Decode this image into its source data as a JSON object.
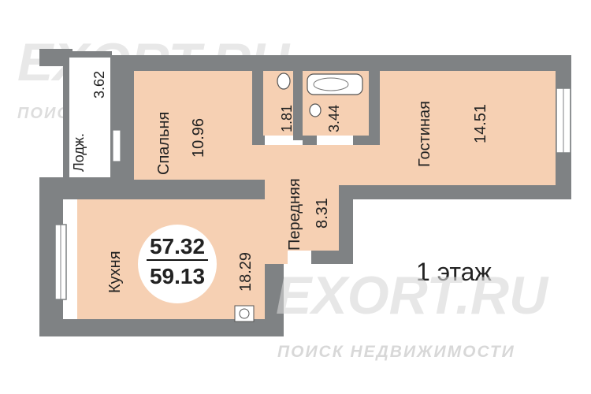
{
  "watermark": {
    "site": "EXORT.RU",
    "tagline": "ПОИСК НЕДВИЖИМОСТИ"
  },
  "floor_label": "1 этаж",
  "area": {
    "living": "57.32",
    "total": "59.13"
  },
  "rooms": {
    "loggia": {
      "name": "Лодж.",
      "area": "3.62"
    },
    "bedroom": {
      "name": "Спальня",
      "area": "10.96"
    },
    "wc": {
      "area": "1.81"
    },
    "bath": {
      "area": "3.44"
    },
    "living_room": {
      "name": "Гостиная",
      "area": "14.51"
    },
    "hall": {
      "name": "Передняя",
      "area": "8.31"
    },
    "kitchen": {
      "name": "Кухня",
      "area": "18.29"
    }
  },
  "colors": {
    "room_fill": "#f6d0b3",
    "wall": "#7f8284",
    "watermark": "#d0d0d0"
  }
}
